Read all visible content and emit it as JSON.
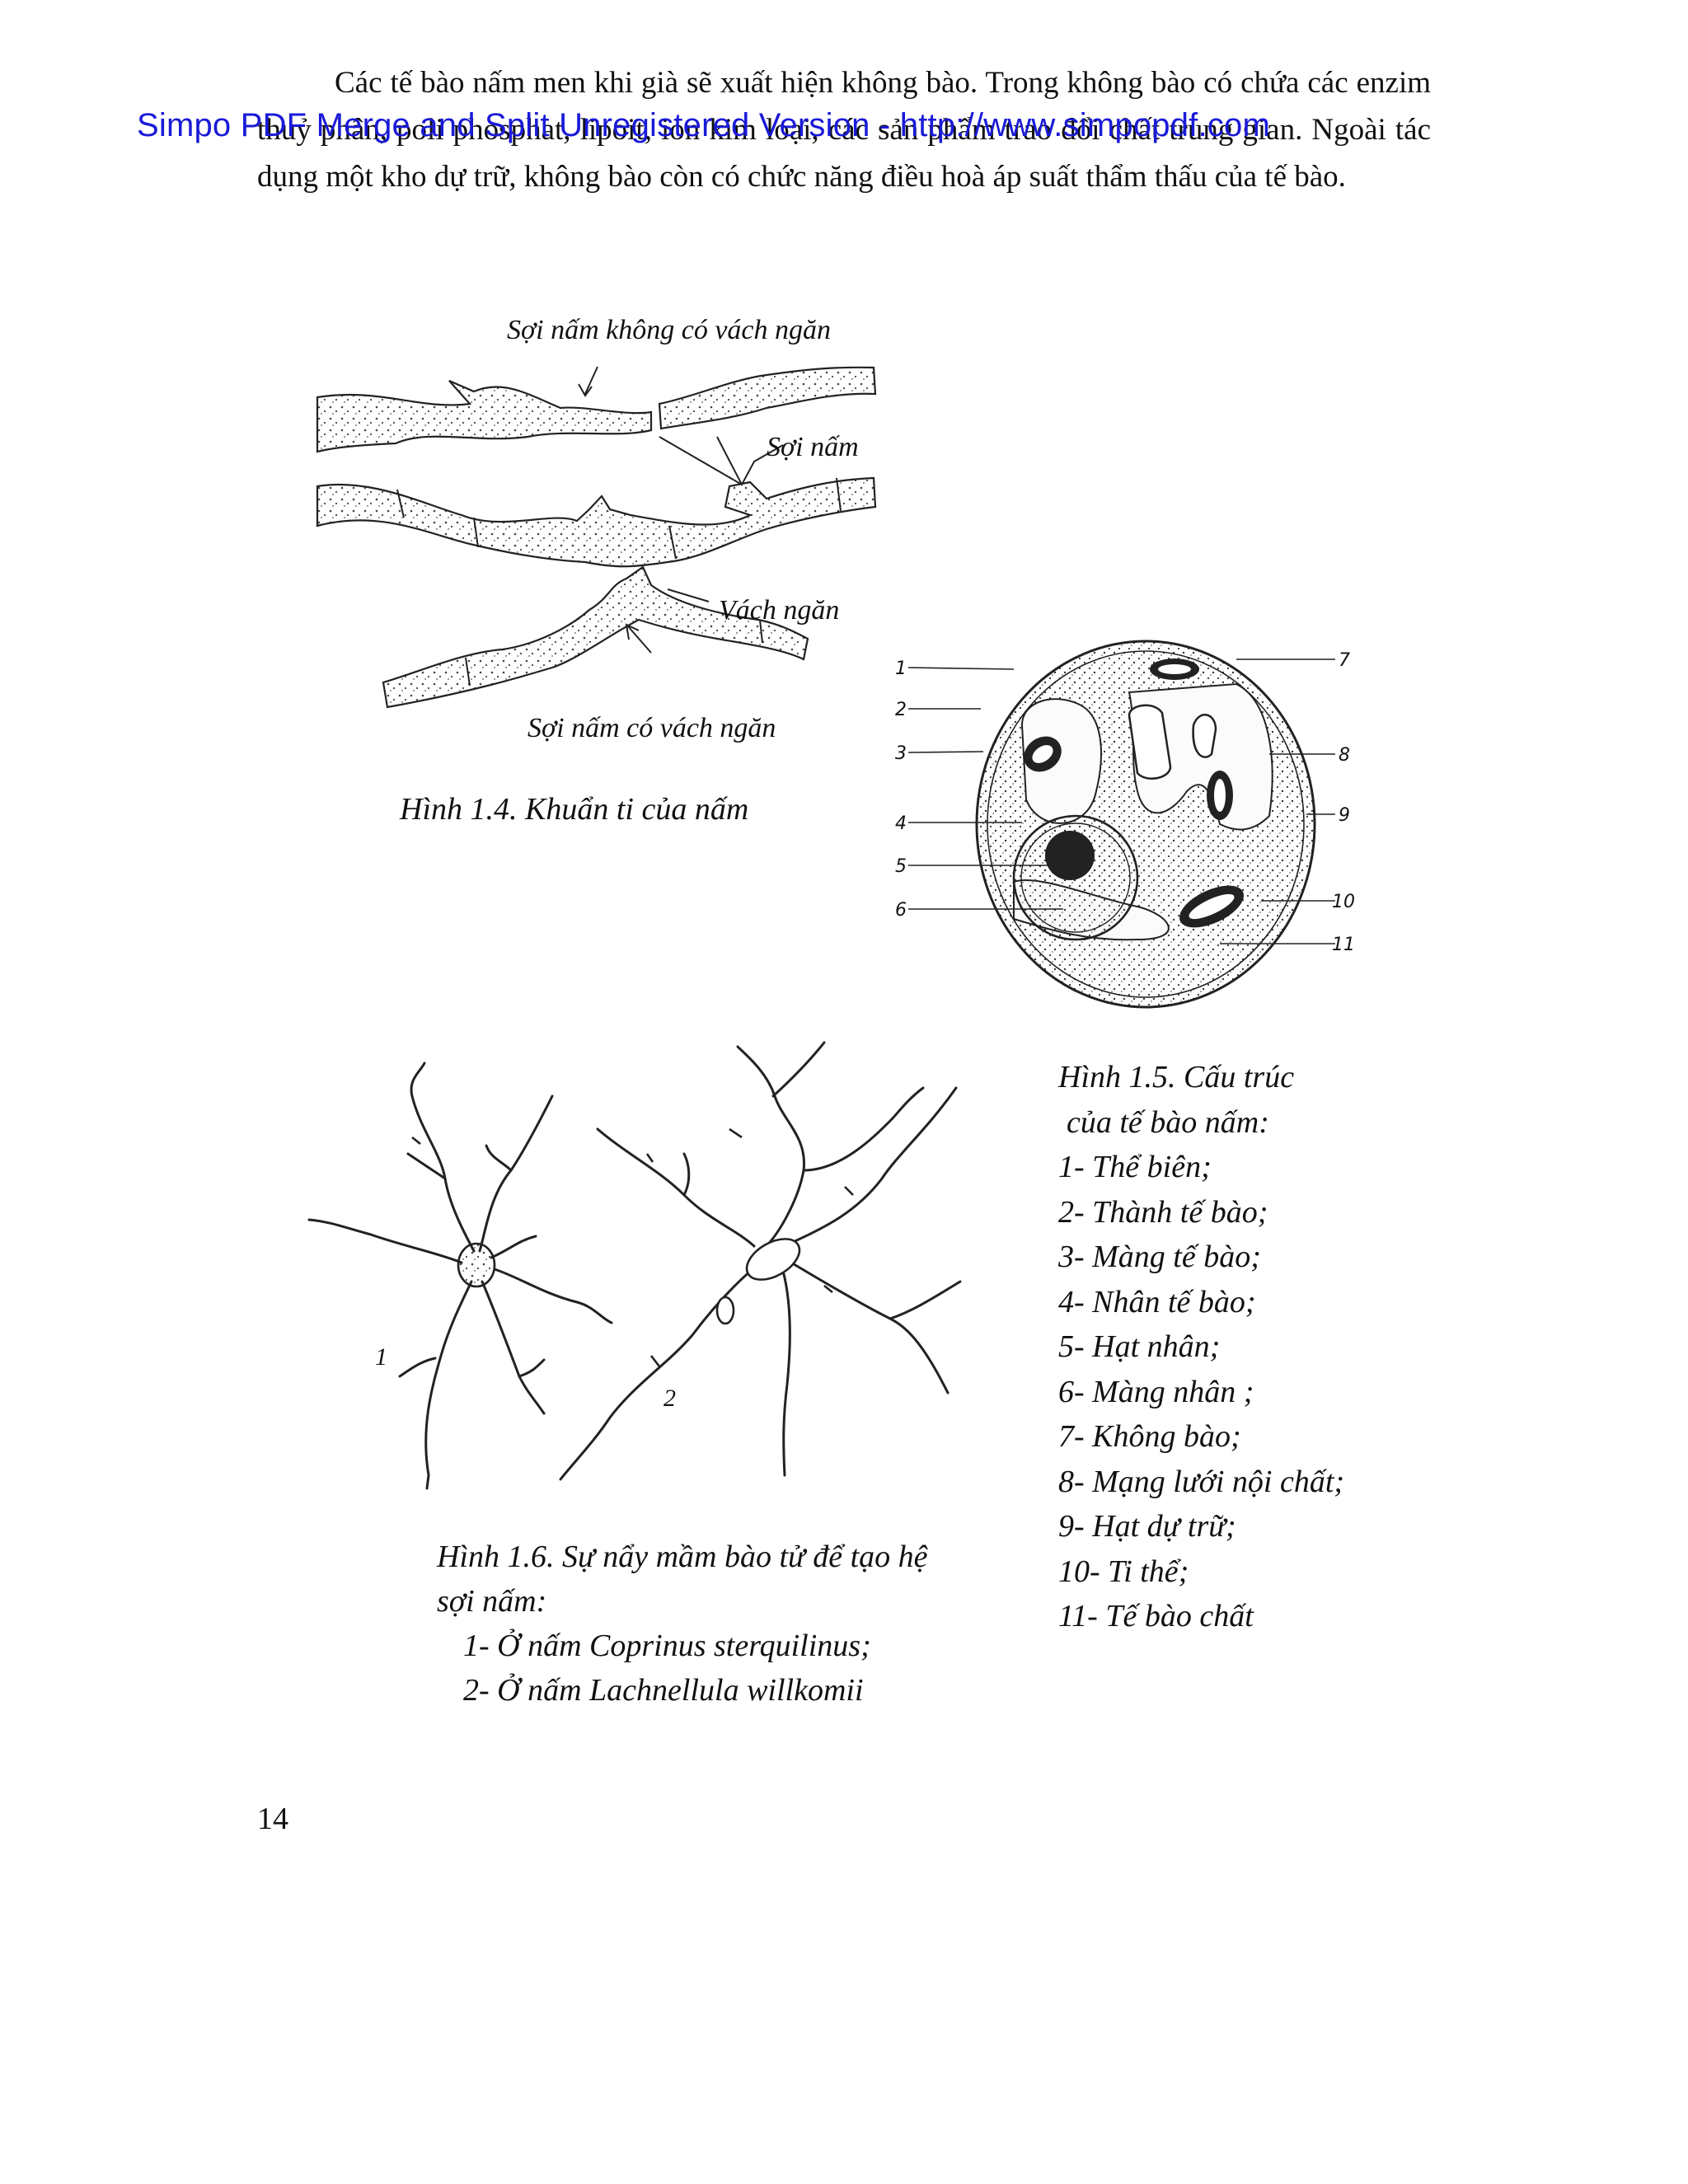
{
  "paragraph": {
    "line1": "Các tế bào nấm men khi già sẽ xuất hiện không bào. Trong không bào có chứa các",
    "line2": "enzim thuỷ phân, poli phosphat, lipoit, ion kim loại, các sản phẩm trao đổi chất trung",
    "line3": "gian. Ngoài tác dụng một kho dự trữ, không bào còn có chức năng điều hoà áp suất thẩm",
    "line4": "thấu của tế bào."
  },
  "watermark": "Simpo PDF Merge and Split Unregistered Version - http://www.simpopdf.com",
  "figure_1_4": {
    "label_no_septum": "Sợi nấm không có vách ngăn",
    "label_hypha": "Sợi nấm",
    "label_septum": "Vách ngăn",
    "label_with_septum": "Sợi nấm có vách ngăn",
    "caption": "Hình 1.4. Khuẩn ti của nấm"
  },
  "figure_1_5": {
    "numbers": [
      "1",
      "2",
      "3",
      "4",
      "5",
      "6",
      "7",
      "8",
      "9",
      "10",
      "11"
    ],
    "caption_line1": "Hình 1.5. Cấu trúc",
    "caption_line2": "của tế bào nấm:",
    "legend": [
      "1- Thể biên;",
      "2- Thành tế bào;",
      "3- Màng tế bào;",
      "4- Nhân tế bào;",
      "5- Hạt nhân;",
      "6- Màng nhân ;",
      "7- Không bào;",
      "8- Mạng lưới nội chất;",
      "9- Hạt dự trữ;",
      "10- Ti thể;",
      "11- Tế bào chất"
    ]
  },
  "figure_1_6": {
    "label_1": "1",
    "label_2": "2",
    "caption_line1": "Hình 1.6. Sự nẩy mầm bào tử để tạo hệ",
    "caption_line2": "sợi nấm:",
    "item1": "1- Ở nấm Coprinus sterquilinus;",
    "item2": "2- Ở nấm Lachnellula willkomii"
  },
  "page_number": "14"
}
